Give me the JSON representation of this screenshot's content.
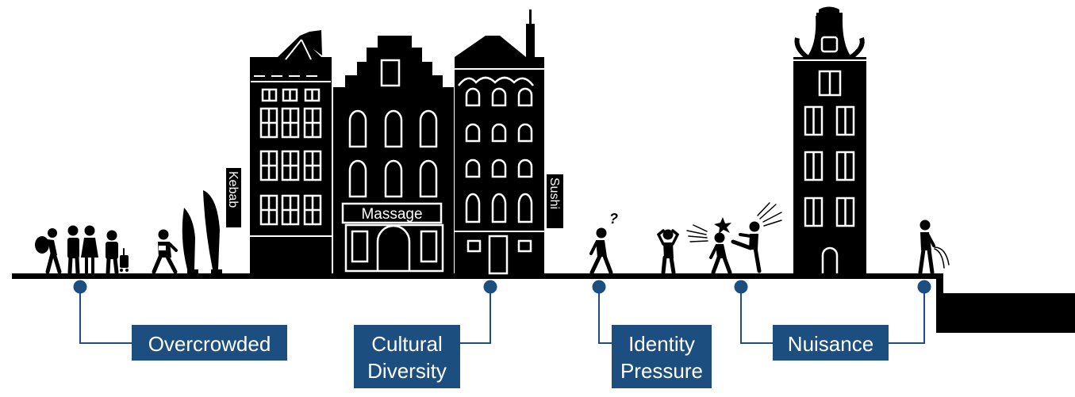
{
  "signs": {
    "kebab": "Kebab",
    "massage": "Massage",
    "sushi": "Sushi"
  },
  "confused_mark": "?",
  "callouts": {
    "overcrowded": "Overcrowded",
    "cultural_diversity": [
      "Cultural",
      "Diversity"
    ],
    "identity_pressure": [
      "Identity",
      "Pressure"
    ],
    "nuisance": "Nuisance"
  },
  "colors": {
    "silhouette": "#000000",
    "label_fill": "#1d4e80",
    "connector": "#1d4e80",
    "window_outline": "#ffffff"
  }
}
